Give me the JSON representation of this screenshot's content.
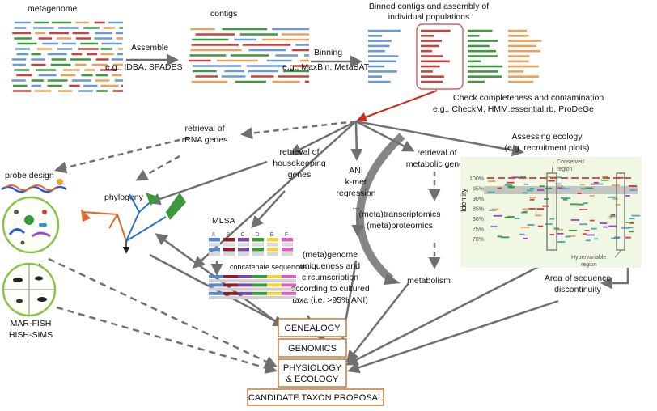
{
  "labels": {
    "metagenome": "metagenome",
    "contigs": "contigs",
    "binned_line1": "Binned contigs and assembly of",
    "binned_line2": "individual populations",
    "assemble": "Assemble",
    "assemble_eg": "e.g., IDBA, SPADES",
    "binning": "Binning",
    "binning_eg": "e.g., MaxBin, MetaBAT",
    "check_line1": "Check completeness and contamination",
    "check_line2": "e.g., CheckM, HMM.essential.rb, ProDeGe",
    "rrna_line1": "retrieval of",
    "rrna_line2": "rRNA genes",
    "hk_line1": "retrieval of",
    "hk_line2": "housekeeping",
    "hk_line3": "genes",
    "ani_line1": "ANI",
    "ani_line2": "k-mer",
    "ani_line3": "regression",
    "ani_line4": "...",
    "met_line1": "retrieval of",
    "met_line2": "metabolic genes",
    "eco_line1": "Assessing ecology",
    "eco_line2": "(e.g. recruitment plots)",
    "probe": "probe design",
    "phylogeny": "phylogeny",
    "mlsa": "MLSA",
    "concat": "concatenate sequences",
    "fish": "FISH",
    "marfish_line1": "MAR-FISH",
    "marfish_line2": "HISH-SIMS",
    "trans_line1": "(meta)transcriptomics",
    "trans_line2": "(meta)proteomics",
    "metabolism": "metabolism",
    "uniq_line1": "(meta)genome",
    "uniq_line2": "uniqueness and",
    "uniq_line3": "circumscription",
    "uniq_line4": "according to cultured",
    "uniq_line5": "taxa (i.e. >95% ANI)",
    "area_line1": "Area of sequence",
    "area_line2": "discontinuity",
    "conserved_line1": "Conserved",
    "conserved_line2": "region",
    "hyper_line1": "Hypervariable",
    "hyper_line2": "region",
    "identity_axis": "Identity",
    "identity_ticks": [
      "100%",
      "95%",
      "90%",
      "85%",
      "80%",
      "75%",
      "70%"
    ],
    "mlsa_cols": [
      "A",
      "B",
      "C",
      "D",
      "E",
      "F"
    ]
  },
  "boxes": {
    "genealogy": "GENEALOGY",
    "genomics": "GENOMICS",
    "physiology_line1": "PHYSIOLOGY",
    "physiology_line2": "& ECOLOGY",
    "candidate": "CANDIDATE TAXON PROPOSAL"
  },
  "colors": {
    "blue": "#6a9ad3",
    "red": "#c8423d",
    "green": "#3c9a3c",
    "orange": "#e8a25a",
    "gray_arrow": "#707070",
    "red_arrow": "#cc2a1a",
    "box_border": "#c87a3a",
    "eco_bg": "#f0f7e2",
    "probe_circle": "#8bc34a"
  }
}
